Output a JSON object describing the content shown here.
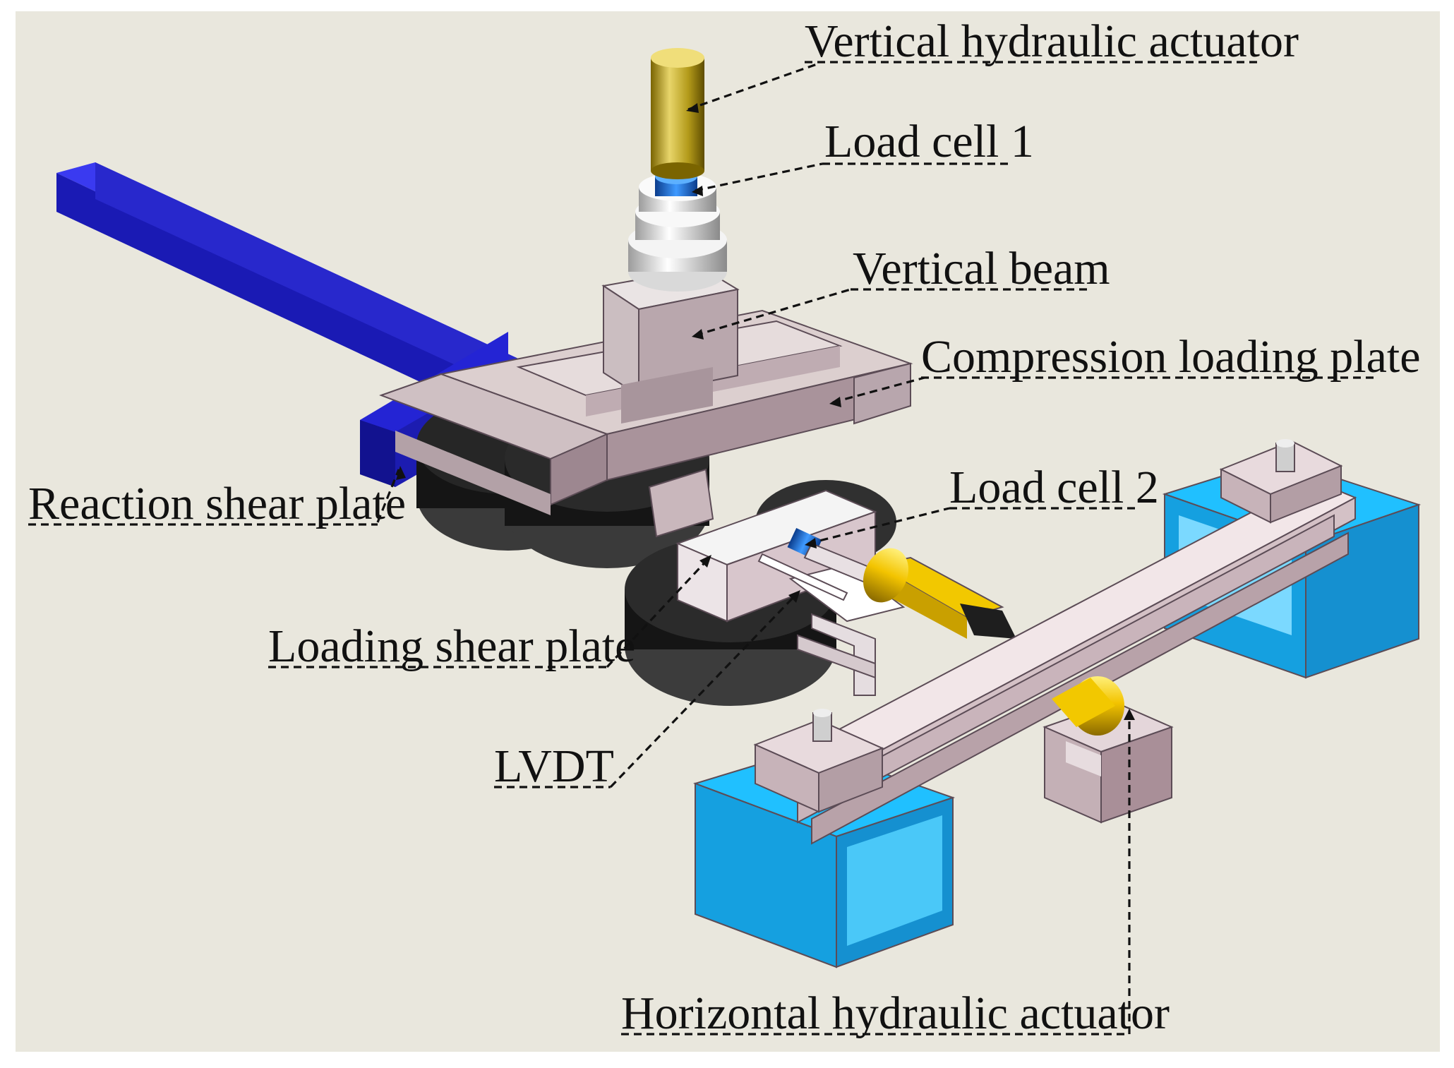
{
  "figure": {
    "background": "#e9e7dd",
    "labels": {
      "vertical_hydraulic_actuator": "Vertical hydraulic actuator",
      "load_cell_1": "Load cell 1",
      "vertical_beam": "Vertical beam",
      "compression_loading_plate": "Compression loading plate",
      "reaction_shear_plate": "Reaction shear plate",
      "load_cell_2": "Load cell 2",
      "loading_shear_plate": "Loading shear plate",
      "lvdt": "LVDT",
      "horizontal_hydraulic_actuator": "Horizontal hydraulic actuator"
    },
    "colors": {
      "reaction_frame": "#2020d8",
      "support_blocks": "#18a8e8",
      "steel_parts": "#d8c6ca",
      "specimen_pads": "#1a1a1a",
      "actuators": "#d9b200",
      "load_cells": "#1f6fd6"
    }
  }
}
